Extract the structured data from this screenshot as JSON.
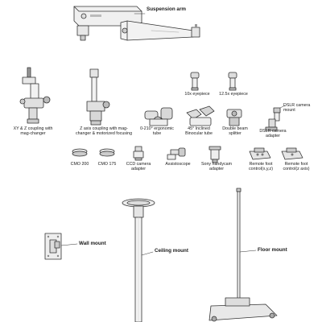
{
  "labels": {
    "suspension_arm": "Suspension arm",
    "eyepiece_10x": "10x eyepiece",
    "eyepiece_12_5x": "12.5x eyepiece",
    "dslr_camera_mount": "DSLR camera mount",
    "xy_z_coupling": "XY & Z coupling with mag-changer",
    "z_axis_coupling": "Z axis coupling with mag-changer & motorized focusing",
    "ergonomic_tube": "0-210° ergonomic tube",
    "inclined_binocular_tube": "45° Inclined Binocular tube",
    "double_beam_splitter": "Double beam splitter",
    "dslr_camera_adapter": "DSLR camera adapter",
    "cmo_200": "CMO 200",
    "cmo_175": "CMO 175",
    "ccd_camera_adapter": "CCD camera adapter",
    "assistoscope": "Assistoscope",
    "sony_handycam_adapter": "Sony handycam adapter",
    "remote_foot_control_xyz": "Remote foot control(x,y,z)",
    "remote_foot_control_z": "Remote foot control(z axis)",
    "wall_mount": "Wall mount",
    "ceiling_mount": "Ceiling mount",
    "floor_mount": "Floor mount"
  }
}
